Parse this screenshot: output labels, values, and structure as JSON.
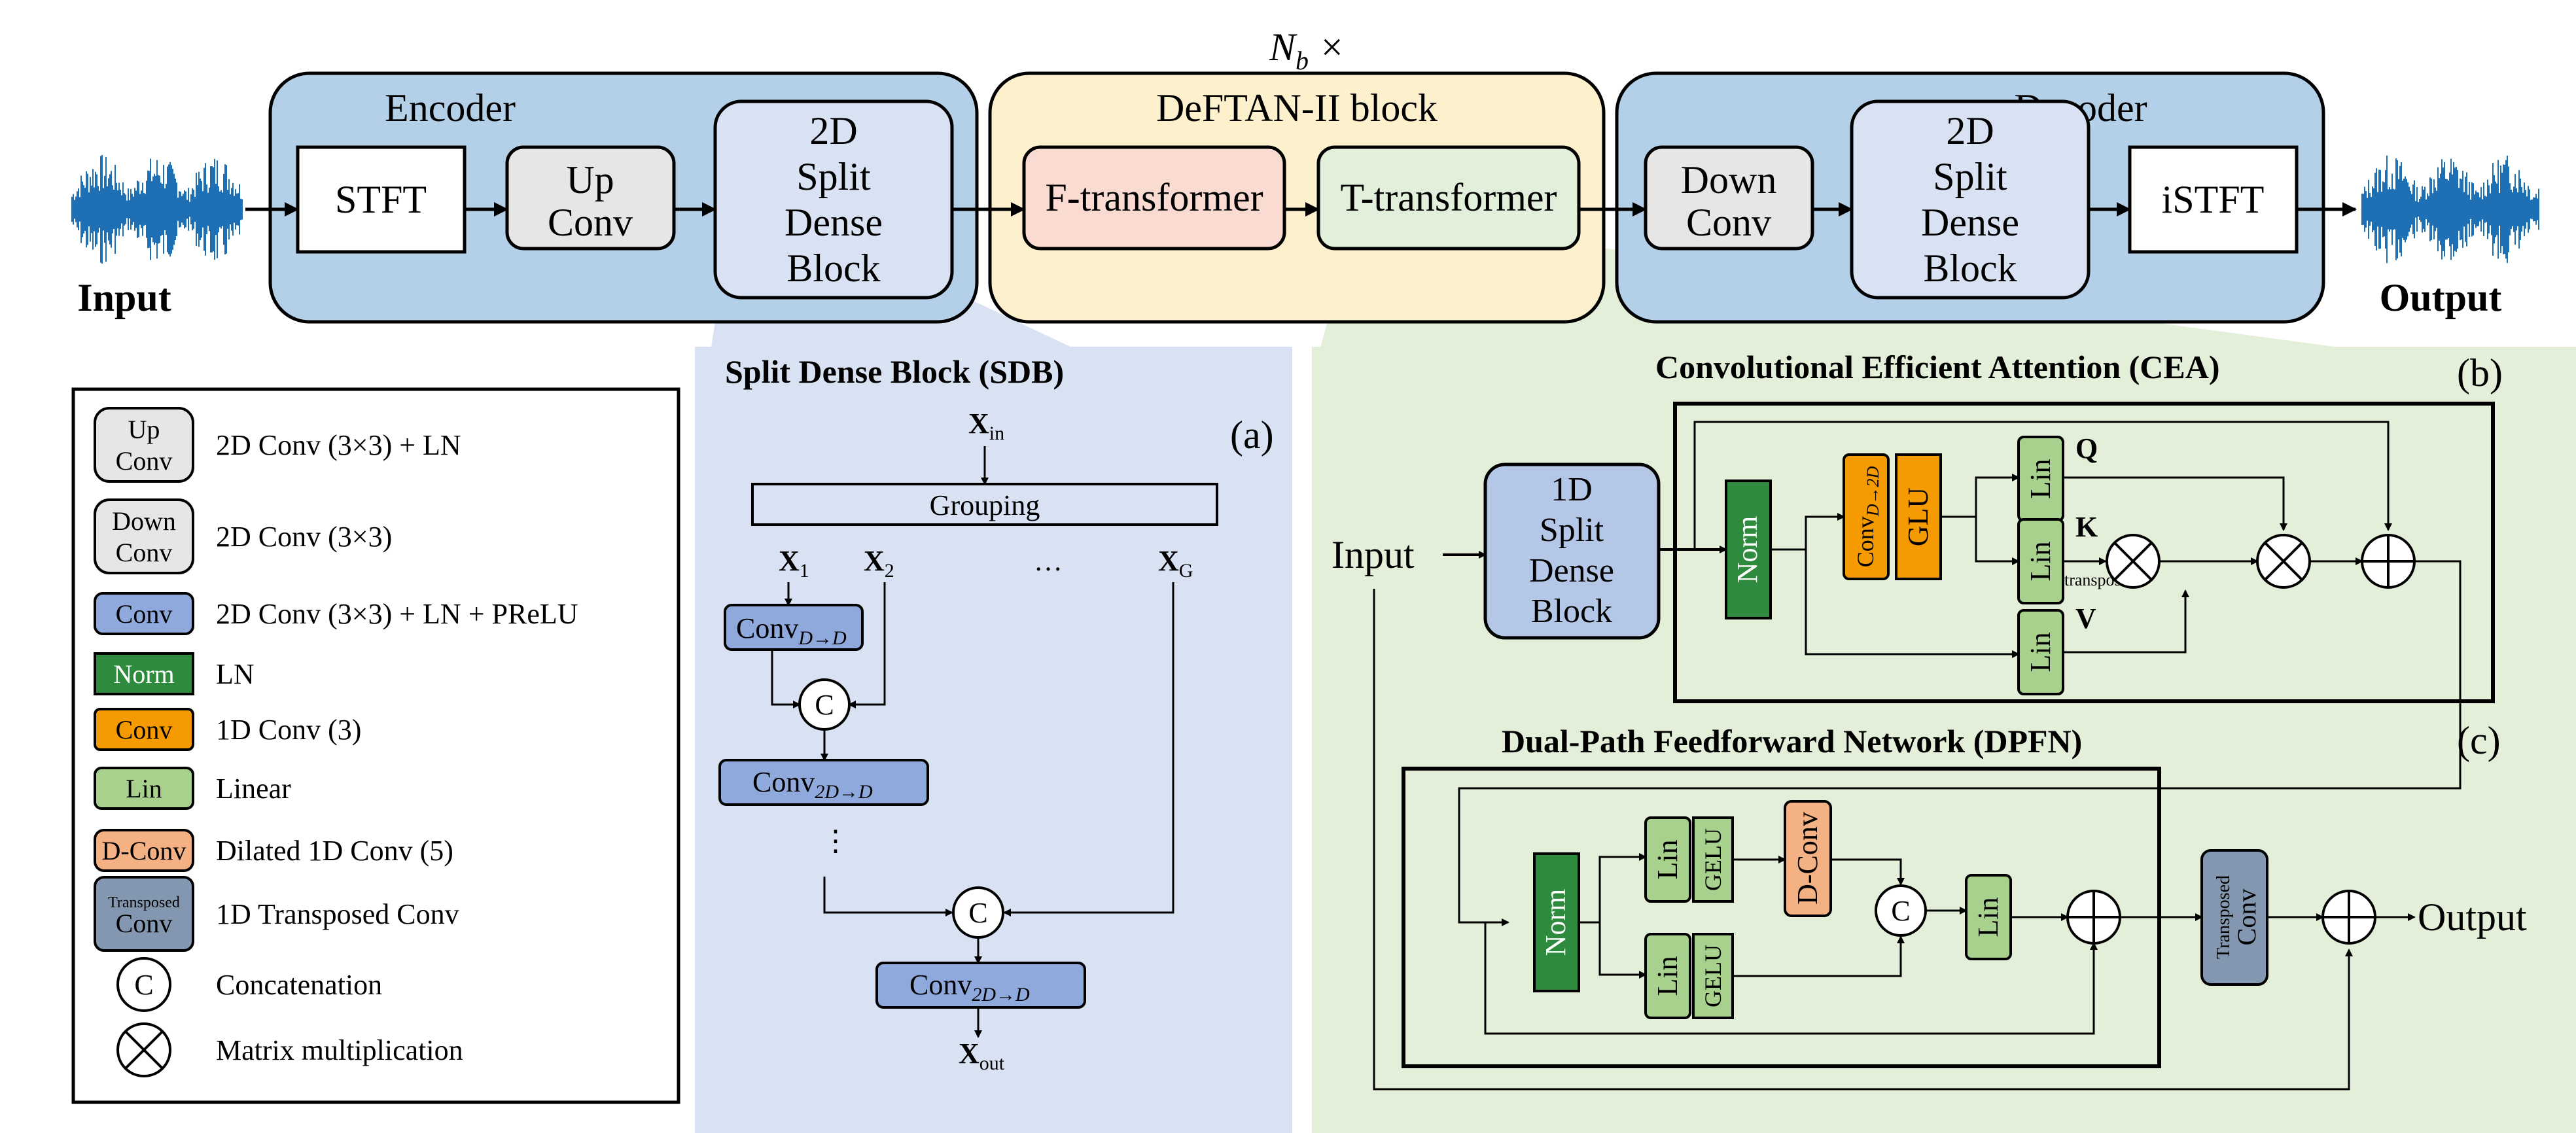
{
  "nb_label": "N",
  "nb_sub": "b",
  "nb_suffix": " ×",
  "io": {
    "input": "Input",
    "output": "Output"
  },
  "encoder": {
    "title": "Encoder",
    "stft": "STFT",
    "up_conv": [
      "Up",
      "Conv"
    ],
    "sdb": [
      "2D",
      "Split",
      "Dense",
      "Block"
    ]
  },
  "deftan": {
    "title": "DeFTAN-II block",
    "f_transformer": "F-transformer",
    "t_transformer": "T-transformer"
  },
  "decoder": {
    "title": "Decoder",
    "down_conv": [
      "Down",
      "Conv"
    ],
    "sdb": [
      "2D",
      "Split",
      "Dense",
      "Block"
    ],
    "istft": "iSTFT"
  },
  "legend": [
    {
      "icon": "Up|Conv",
      "text": "2D Conv (3×3) + LN"
    },
    {
      "icon": "Down|Conv",
      "text": "2D Conv (3×3)"
    },
    {
      "icon": "Conv",
      "text": "2D Conv (3×3) + LN + PReLU"
    },
    {
      "icon": "Norm",
      "text": "LN"
    },
    {
      "icon": "Conv",
      "text": "1D Conv (3)"
    },
    {
      "icon": "Lin",
      "text": "Linear"
    },
    {
      "icon": "D-Conv",
      "text": "Dilated 1D Conv (5)"
    },
    {
      "icon": "Transposed|Conv",
      "text": "1D Transposed Conv"
    },
    {
      "icon": "C",
      "text": "Concatenation"
    },
    {
      "icon": "⊗",
      "text": "Matrix multiplication"
    }
  ],
  "sdb_panel": {
    "title": "Split Dense Block (SDB)",
    "tag": "(a)",
    "x_in": "X",
    "x_in_sub": "in",
    "grouping": "Grouping",
    "x1": "X",
    "x1_sub": "1",
    "x2": "X",
    "x2_sub": "2",
    "dots": "…",
    "xg": "X",
    "xg_sub": "G",
    "conv1": "Conv",
    "conv1_sub": "D→D",
    "conv2": "Conv",
    "conv2_sub": "2D→D",
    "conv3": "Conv",
    "conv3_sub": "2D→D",
    "vdots": "⋮",
    "concat": "C",
    "x_out": "X",
    "x_out_sub": "out"
  },
  "cea": {
    "title": "Convolutional Efficient Attention (CEA)",
    "tag": "(b)",
    "input": "Input",
    "split_block": [
      "1D",
      "Split",
      "Dense",
      "Block"
    ],
    "norm": "Norm",
    "conv": "Conv",
    "conv_sub": "D→2D",
    "glu": "GLU",
    "lin": "Lin",
    "q": "Q",
    "k": "K",
    "v": "V",
    "transpose": "transpose"
  },
  "dpfn": {
    "title": "Dual-Path Feedforward Network (DPFN)",
    "tag": "(c)",
    "norm": "Norm",
    "lin": "Lin",
    "gelu": "GELU",
    "dconv": "D-Conv",
    "concat": "C",
    "transposed": [
      "Transposed",
      "Conv"
    ],
    "output": "Output"
  },
  "colors": {
    "enc_bg": "#b4cfe8",
    "deftan_bg": "#fdf0cc",
    "sdb_bg": "#d9e2f3",
    "cea_bg": "#e3efd9",
    "conv_blue": "#8fa9dc",
    "norm_green": "#2e8b3e",
    "conv_orange": "#f59a00",
    "lin_green": "#a9d18e",
    "dconv": "#f4b183",
    "transposed": "#8497b0",
    "gray": "#e7e6e6",
    "ftrans": "#fadbd2",
    "ttrans": "#e2efda"
  }
}
